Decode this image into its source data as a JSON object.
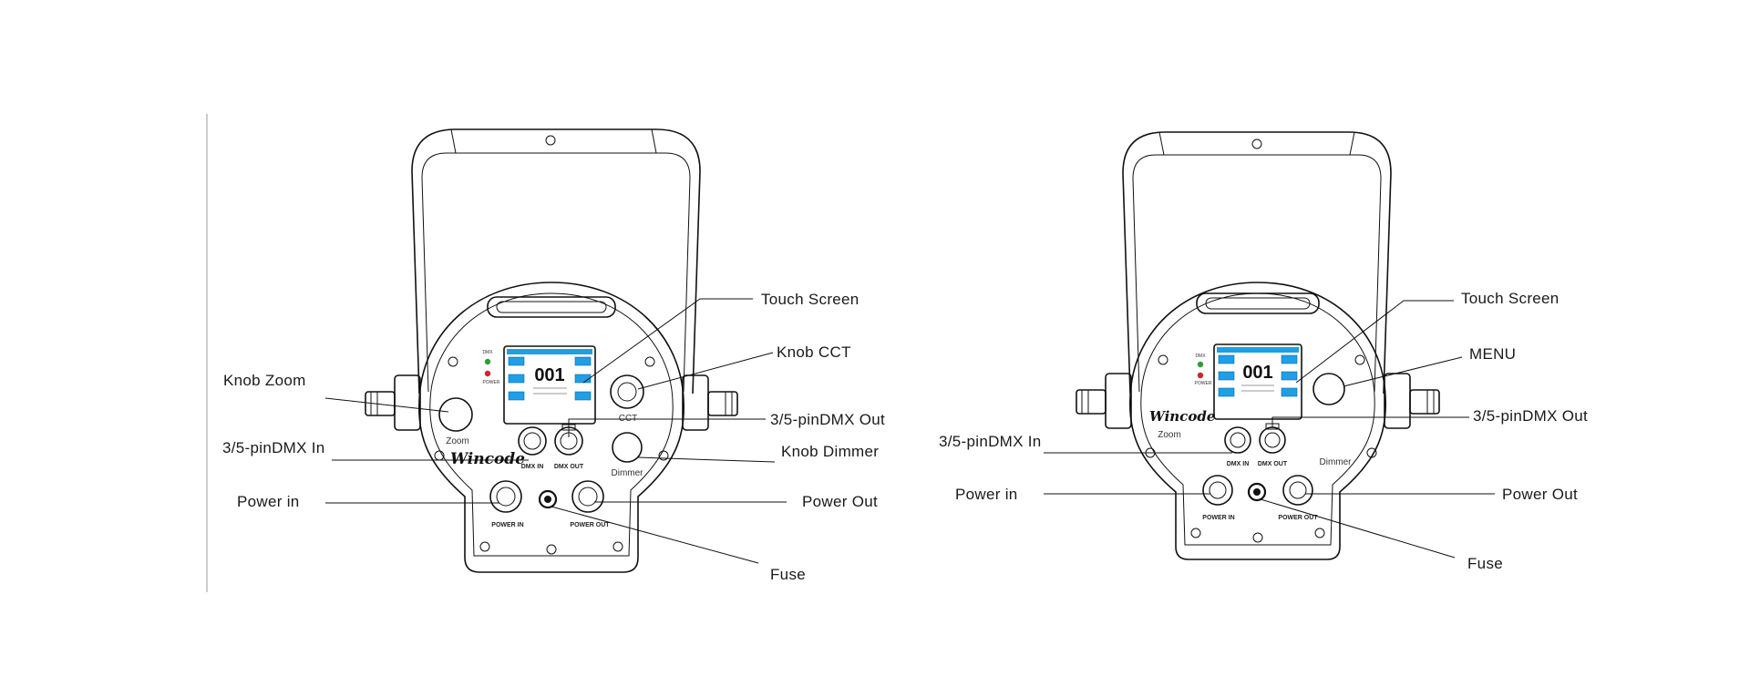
{
  "left": {
    "callouts": {
      "touch_screen": "Touch Screen",
      "knob_cct": "Knob CCT",
      "knob_zoom": "Knob Zoom",
      "dmx_out": "3/5-pinDMX  Out",
      "dmx_in": "3/5-pinDMX  In",
      "knob_dimmer": "Knob Dimmer",
      "power_in": "Power in",
      "power_out": "Power Out",
      "fuse": "Fuse"
    },
    "panel": {
      "zoom": "Zoom",
      "cct": "CCT",
      "dimmer": "Dimmer",
      "brand": "Wincode",
      "screen_value": "001",
      "dmx_led": "DMX",
      "power_led": "POWER",
      "dmx_in": "DMX IN",
      "dmx_out": "DMX OUT",
      "power_in": "POWER IN",
      "power_out": "POWER OUT"
    }
  },
  "right": {
    "callouts": {
      "touch_screen": "Touch Screen",
      "menu": "MENU",
      "dmx_out": "3/5-pinDMX  Out",
      "dmx_in": "3/5-pinDMX  In",
      "power_in": "Power in",
      "power_out": "Power Out",
      "fuse": "Fuse"
    },
    "panel": {
      "zoom": "Zoom",
      "dimmer": "Dimmer",
      "brand": "Wincode",
      "screen_value": "001",
      "dmx_led": "DMX",
      "power_led": "POWER",
      "dmx_in": "DMX IN",
      "dmx_out": "DMX OUT",
      "power_in": "POWER IN",
      "power_out": "POWER OUT"
    }
  },
  "colors": {
    "line": "#111111",
    "screen_blue": "#1e9fe6",
    "led_green": "#2e9e3a",
    "led_red": "#d2232a",
    "divider": "#bbbbbb"
  }
}
